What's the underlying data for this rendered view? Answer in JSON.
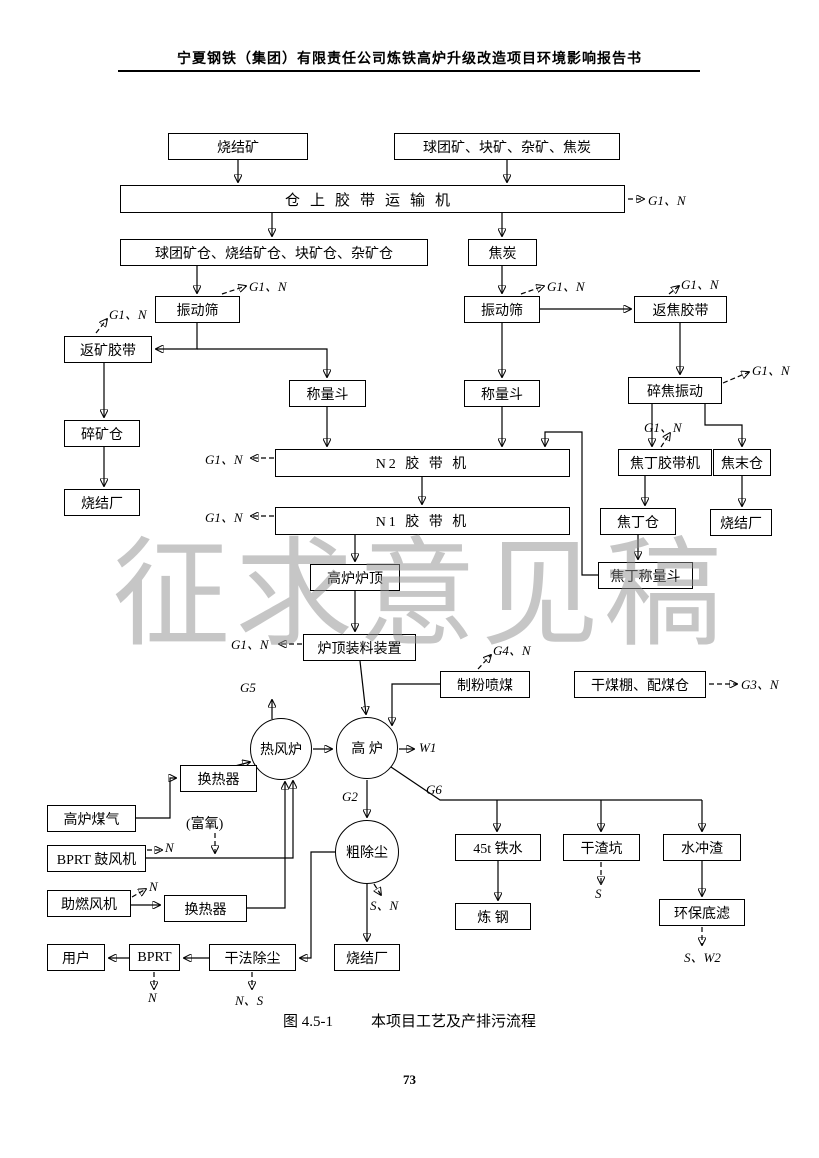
{
  "page": {
    "header": "宁夏钢铁（集团）有限责任公司炼铁高炉升级改造项目环境影响报告书",
    "watermark": "征求意见稿",
    "caption_fig": "图 4.5-1",
    "caption_title": "本项目工艺及产排污流程",
    "page_number": "73"
  },
  "nodes": {
    "sinter_ore": "烧结矿",
    "raw_materials": "球团矿、块矿、杂矿、焦炭",
    "top_belt_conveyor": "仓上胶带运输机",
    "ore_bunkers": "球团矿仓、烧结矿仓、块矿仓、杂矿仓",
    "coke": "焦炭",
    "vibrating_screen_ore": "振动筛",
    "vibrating_screen_coke": "振动筛",
    "coke_return_belt": "返焦胶带",
    "ore_return_belt": "返矿胶带",
    "crushed_ore_bunker": "碎矿仓",
    "sinter_plant_ore": "烧结厂",
    "weighing_hopper_ore": "称量斗",
    "weighing_hopper_coke": "称量斗",
    "coke_crushing_vibrating": "碎焦振动",
    "coke_nut_belt": "焦丁胶带机",
    "coke_fines_bunker": "焦末仓",
    "sinter_plant_coke": "烧结厂",
    "coke_nut_bunker": "焦丁仓",
    "coke_nut_weighing_hopper": "焦丁称量斗",
    "n2_belt": "N2 胶 带 机",
    "n1_belt": "N1 胶 带 机",
    "furnace_top": "高炉炉顶",
    "top_charging_device": "炉顶装料装置",
    "coal_injection": "制粉喷煤",
    "coal_shed": "干煤棚、配煤仓",
    "hot_blast_stove": "热风炉",
    "blast_furnace": "高 炉",
    "heat_exchanger_1": "换热器",
    "bf_gas": "高炉煤气",
    "bprt_blower": "BPRT 鼓风机",
    "combustion_fan": "助燃风机",
    "heat_exchanger_2": "换热器",
    "coarse_dedusting": "粗除尘",
    "sinter_plant_dust": "烧结厂",
    "hot_metal": "45t 铁水",
    "dry_slag_pit": "干渣坑",
    "water_slag": "水冲渣",
    "steelmaking": "炼 钢",
    "env_bottom_filter": "环保底滤",
    "dry_dedusting": "干法除尘",
    "bprt": "BPRT",
    "users": "用户"
  },
  "em": {
    "g1n": "G1、N",
    "g2": "G2",
    "g3n": "G3、N",
    "g4n": "G4、N",
    "g5": "G5",
    "g6": "G6",
    "w1": "W1",
    "n": "N",
    "s": "S",
    "sn": "S、N",
    "ns": "N、S",
    "sw2": "S、W2",
    "fuyang": "(富氧)"
  }
}
